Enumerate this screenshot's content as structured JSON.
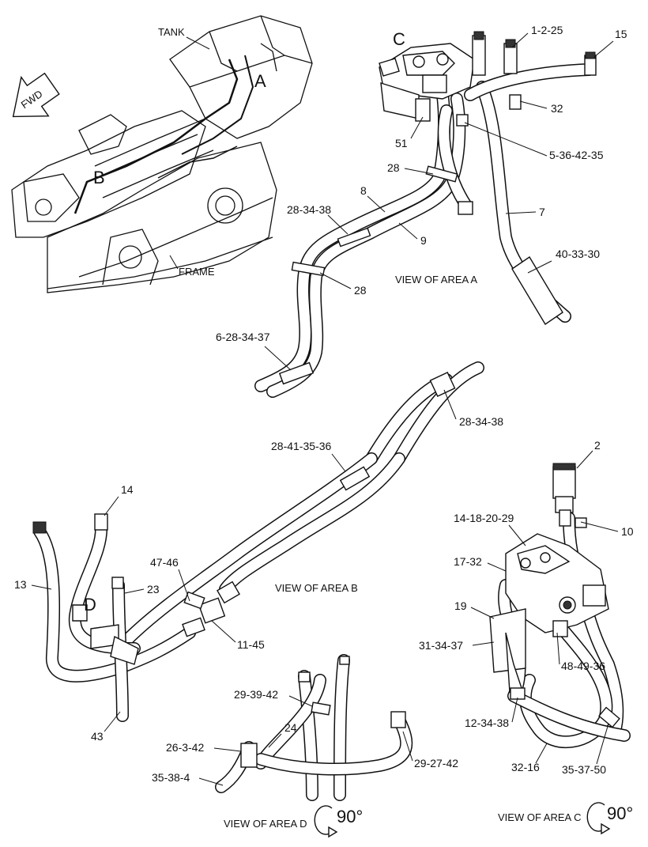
{
  "overview": {
    "labels": {
      "tank": "TANK",
      "fwd": "FWD",
      "frame": "FRAME",
      "area_a": "A",
      "area_b": "B",
      "area_c": "C",
      "area_d": "D"
    }
  },
  "view_a": {
    "caption": "VIEW OF AREA  A",
    "callouts": {
      "c_1_2_25": "1-2-25",
      "c_15": "15",
      "c_32": "32",
      "c_51": "51",
      "c_5_36_42_35": "5-36-42-35",
      "c_28a": "28",
      "c_8": "8",
      "c_7": "7",
      "c_28_34_38a": "28-34-38",
      "c_9": "9",
      "c_40_33_30": "40-33-30",
      "c_28b": "28",
      "c_6_28_34_37": "6-28-34-37",
      "c_28_34_38b": "28-34-38",
      "c_28_41_35_36": "28-41-35-36"
    }
  },
  "view_b": {
    "caption": "VIEW OF AREA B",
    "callouts": {
      "c_14": "14",
      "c_13": "13",
      "c_47_46": "47-46",
      "c_23": "23",
      "c_11_45": "11-45",
      "c_43": "43"
    }
  },
  "view_c": {
    "caption": "VIEW OF AREA C",
    "rotation": "90°",
    "callouts": {
      "c_2": "2",
      "c_10": "10",
      "c_14_18_20_29": "14-18-20-29",
      "c_17_32": "17-32",
      "c_19": "19",
      "c_31_34_37": "31-34-37",
      "c_48_49_36": "48-49-36",
      "c_12_34_38": "12-34-38",
      "c_32_16": "32-16",
      "c_35_37_50": "35-37-50"
    }
  },
  "view_d": {
    "caption": "VIEW OF AREA D",
    "rotation": "90°",
    "callouts": {
      "c_29_39_42": "29-39-42",
      "c_24": "24",
      "c_26_3_42": "26-3-42",
      "c_29_27_42": "29-27-42",
      "c_35_38_4": "35-38-4"
    }
  }
}
